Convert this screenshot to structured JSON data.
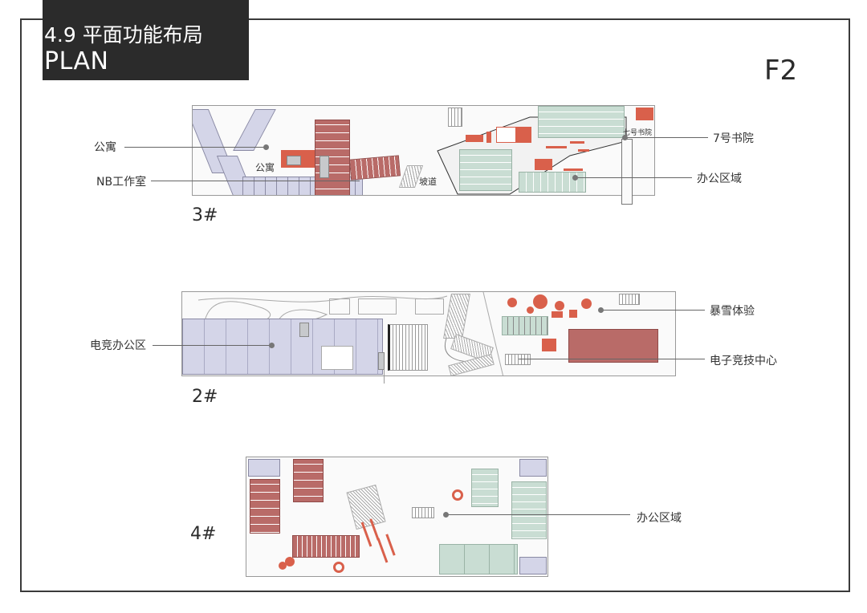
{
  "header": {
    "title_cn": "4.9 平面功能布局",
    "title_en": "PLAN",
    "floor": "F2"
  },
  "buildings": [
    {
      "id": "3#",
      "label": "3#",
      "callouts_left": [
        {
          "text": "公寓"
        },
        {
          "text": "NB工作室"
        }
      ],
      "callouts_right": [
        {
          "text": "7号书院"
        },
        {
          "text": "办公区域"
        }
      ],
      "plan_text": {
        "apartment": "公寓",
        "ramp": "坡道",
        "academy": "七号书院"
      }
    },
    {
      "id": "2#",
      "label": "2#",
      "callouts_left": [
        {
          "text": "电竞办公区"
        }
      ],
      "callouts_right": [
        {
          "text": "暴雪体验"
        },
        {
          "text": "电子竞技中心"
        }
      ]
    },
    {
      "id": "4#",
      "label": "4#",
      "callouts_right": [
        {
          "text": "办公区域"
        }
      ]
    }
  ],
  "colors": {
    "frame": "#3a3a3a",
    "title_bg": "#2b2b2b",
    "apartment_lavender": "#d4d5e8",
    "studio_red": "#b96b68",
    "accent_red": "#d9604b",
    "office_green": "#c9ddd3"
  }
}
